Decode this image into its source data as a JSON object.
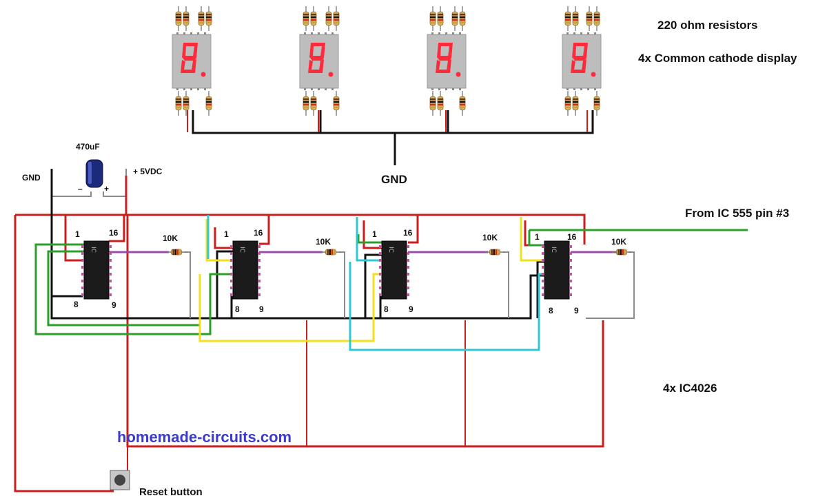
{
  "labels": {
    "resistors_note": "220 ohm resistors",
    "display_note": "4x Common cathode display",
    "gnd_top": "GND",
    "capacitor_value": "470uF",
    "cap_minus": "–",
    "cap_plus": "+",
    "gnd_left": "GND",
    "supply": "+ 5VDC",
    "clock_source": "From IC 555 pin #3",
    "ic_count": "4x IC4026",
    "website": "homemade-circuits.com",
    "reset": "Reset button"
  },
  "displays": [
    {
      "digit": "8."
    },
    {
      "digit": "8."
    },
    {
      "digit": "8."
    },
    {
      "digit": "8."
    }
  ],
  "ics": [
    {
      "name": "IC",
      "pin1": "1",
      "pin16": "16",
      "pin8": "8",
      "pin9": "9",
      "resistor": "10K"
    },
    {
      "name": "IC",
      "pin1": "1",
      "pin16": "16",
      "pin8": "8",
      "pin9": "9",
      "resistor": "10K"
    },
    {
      "name": "IC",
      "pin1": "1",
      "pin16": "16",
      "pin8": "8",
      "pin9": "9",
      "resistor": "10K"
    },
    {
      "name": "IC",
      "pin1": "1",
      "pin16": "16",
      "pin8": "8",
      "pin9": "9",
      "resistor": "10K"
    }
  ],
  "colors": {
    "wire_red": "#c81e1e",
    "wire_black": "#111111",
    "wire_green": "#2aa02a",
    "wire_yellow": "#f2e020",
    "wire_cyan": "#30c8d0",
    "wire_purple": "#9a4aa8",
    "wire_gray": "#8a8a8a",
    "segment_red": "#ff2a3a",
    "display_body": "#bdbdbd"
  }
}
